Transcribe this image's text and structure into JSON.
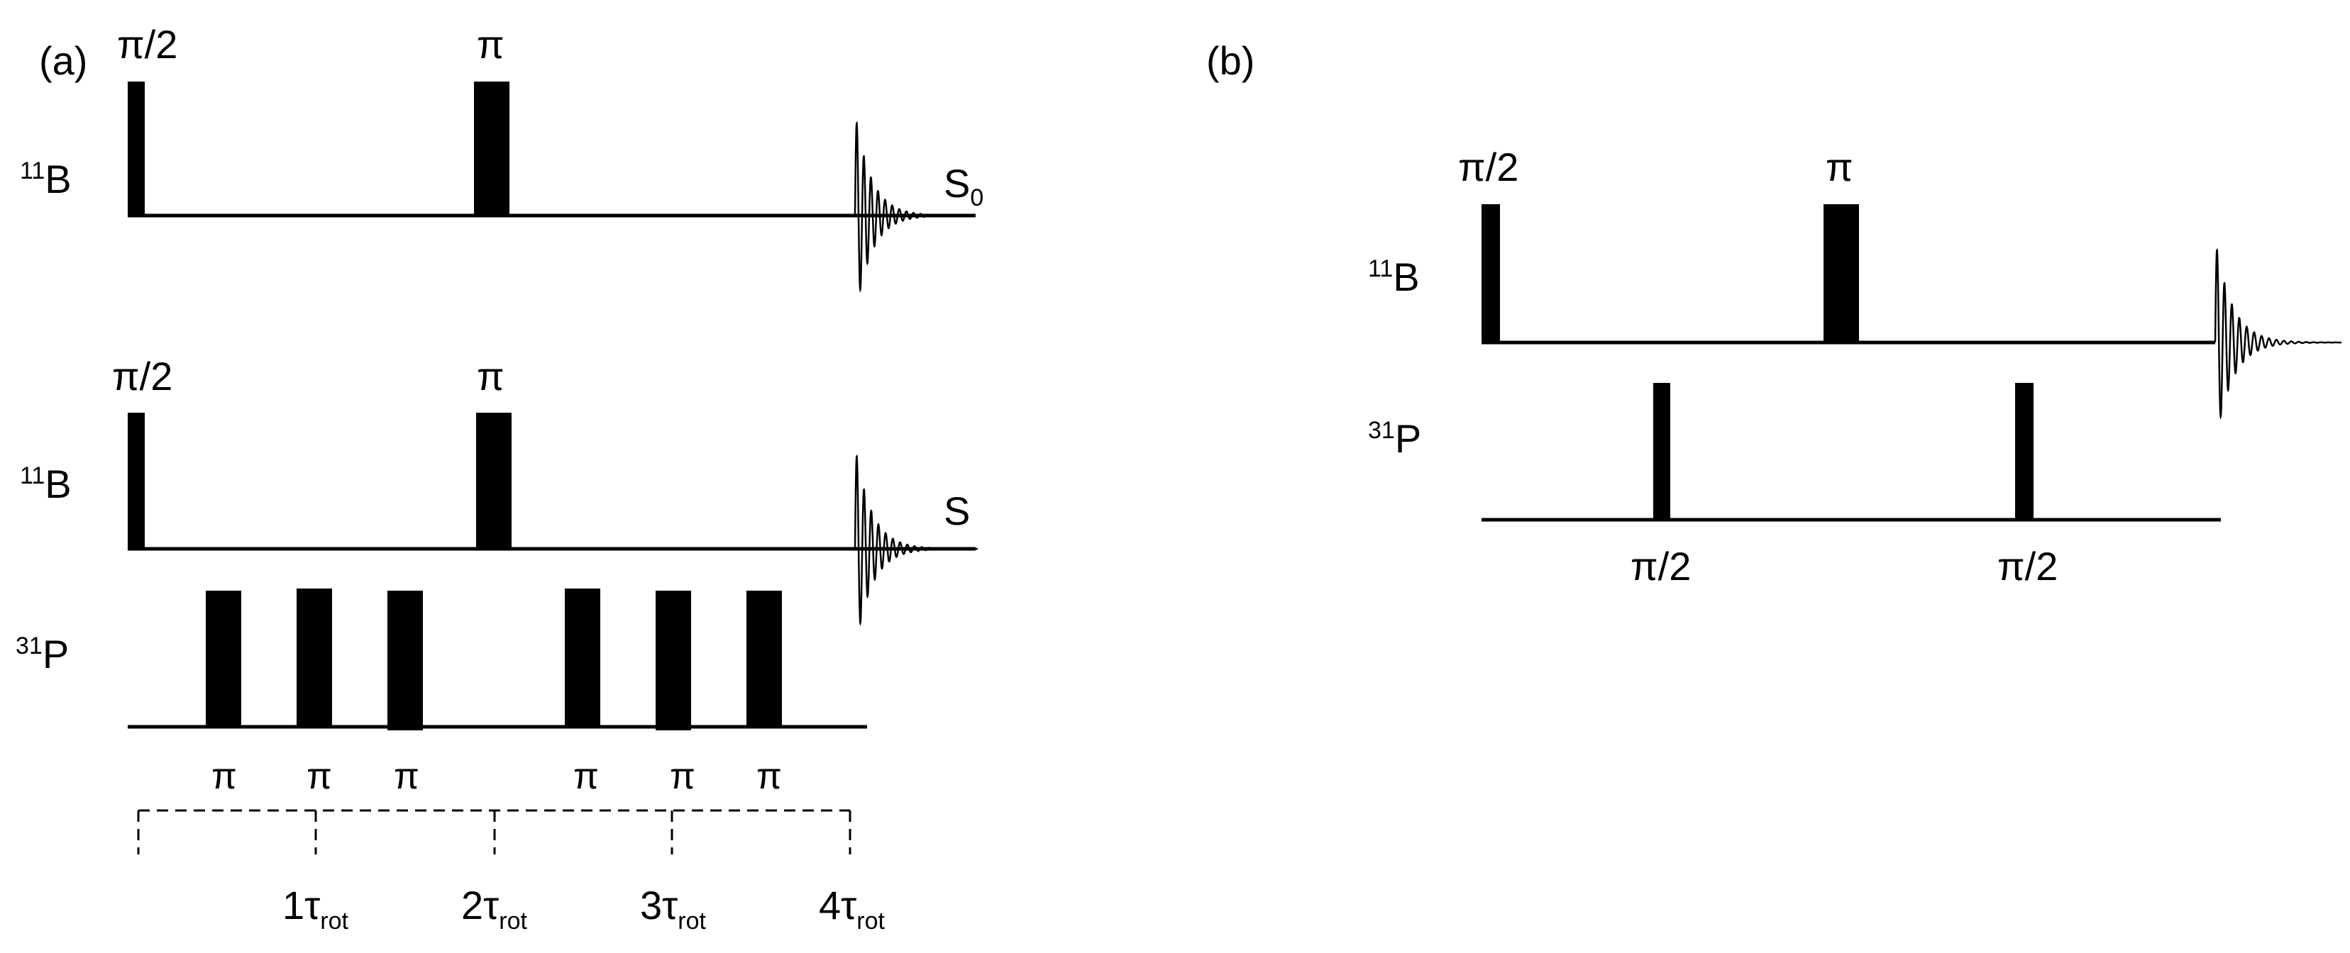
{
  "panel_a": {
    "label": "(a)",
    "reference": {
      "channel": "B",
      "channel_mass": "11",
      "pulse_labels": [
        "π/2",
        "π"
      ],
      "signal": "S",
      "signal_sub": "0"
    },
    "dephased": {
      "b_channel": "B",
      "b_mass": "11",
      "b_pulse_labels": [
        "π/2",
        "π"
      ],
      "signal": "S",
      "p_channel": "P",
      "p_mass": "31",
      "p_pulse_labels": [
        "π",
        "π",
        "π",
        "π",
        "π",
        "π"
      ]
    },
    "rotor_periods": [
      {
        "n": "1",
        "tau": "τ",
        "sub": "rot"
      },
      {
        "n": "2",
        "tau": "τ",
        "sub": "rot"
      },
      {
        "n": "3",
        "tau": "τ",
        "sub": "rot"
      },
      {
        "n": "4",
        "tau": "τ",
        "sub": "rot"
      }
    ]
  },
  "panel_b": {
    "label": "(b)",
    "b_channel": "B",
    "b_mass": "11",
    "b_pulse_labels": [
      "π/2",
      "π"
    ],
    "p_channel": "P",
    "p_mass": "31",
    "p_pulse_labels": [
      "π/2",
      "π/2"
    ]
  }
}
